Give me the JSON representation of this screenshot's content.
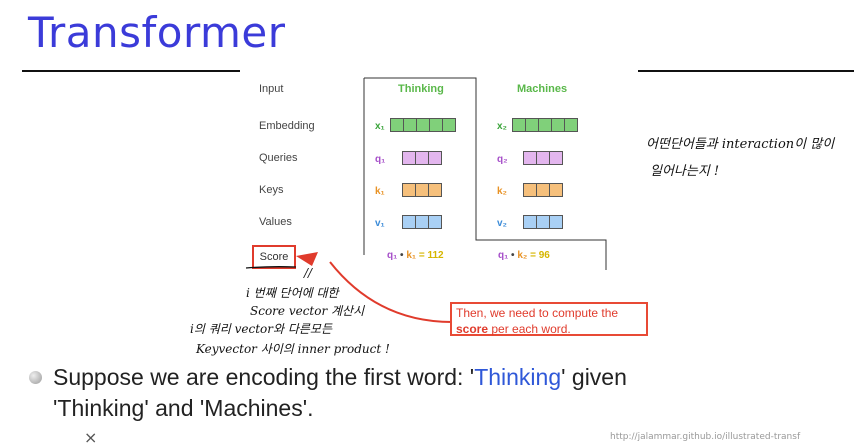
{
  "slide": {
    "title": "Transformer"
  },
  "figure": {
    "row_labels": [
      "Input",
      "Embedding",
      "Queries",
      "Keys",
      "Values"
    ],
    "score_label": "Score",
    "columns": [
      {
        "word": "Thinking",
        "x_label": "x₁",
        "q_label": "q₁",
        "k_label": "k₁",
        "v_label": "v₁",
        "score_q": "q₁",
        "score_k": "k₁",
        "score_value": "112"
      },
      {
        "word": "Machines",
        "x_label": "x₂",
        "q_label": "q₂",
        "k_label": "k₂",
        "v_label": "v₂",
        "score_q": "q₁",
        "score_k": "k₂",
        "score_value": "96"
      }
    ],
    "dot_symbol": "•",
    "equals": "=",
    "colors": {
      "word": "#5ab84a",
      "embedding": "#80d07a",
      "query": "#e3b6ee",
      "key": "#f6c07c",
      "value": "#a9d0f5",
      "score_value": "#d6b600",
      "highlight": "#e03b2c"
    }
  },
  "callout": {
    "line1": "Then, we need to compute the",
    "emph": "score",
    "line2_rest": " per each word."
  },
  "handwritten": {
    "right_note_line1": "어떤단어들과 interaction이 많이",
    "right_note_line2": "일어나는지 !",
    "left_note_line1": "i 번째 단어에 대한",
    "left_note_line2": "Score vector 계산시",
    "left_note_line3": "i의 쿼리 vector와 다른모든",
    "left_note_line4": "Keyvector 사이의 inner product !",
    "mark": "//"
  },
  "bullet": {
    "part1": "Suppose we are encoding the first word: '",
    "word1": "Thinking",
    "part2": "' given",
    "part3": "'",
    "word2": "Thinking",
    "part4": "' and '",
    "word3": "Machines",
    "part5": "'."
  },
  "footer": {
    "x_mark": "×",
    "url": "http://jalammar.github.io/illustrated-transf"
  }
}
